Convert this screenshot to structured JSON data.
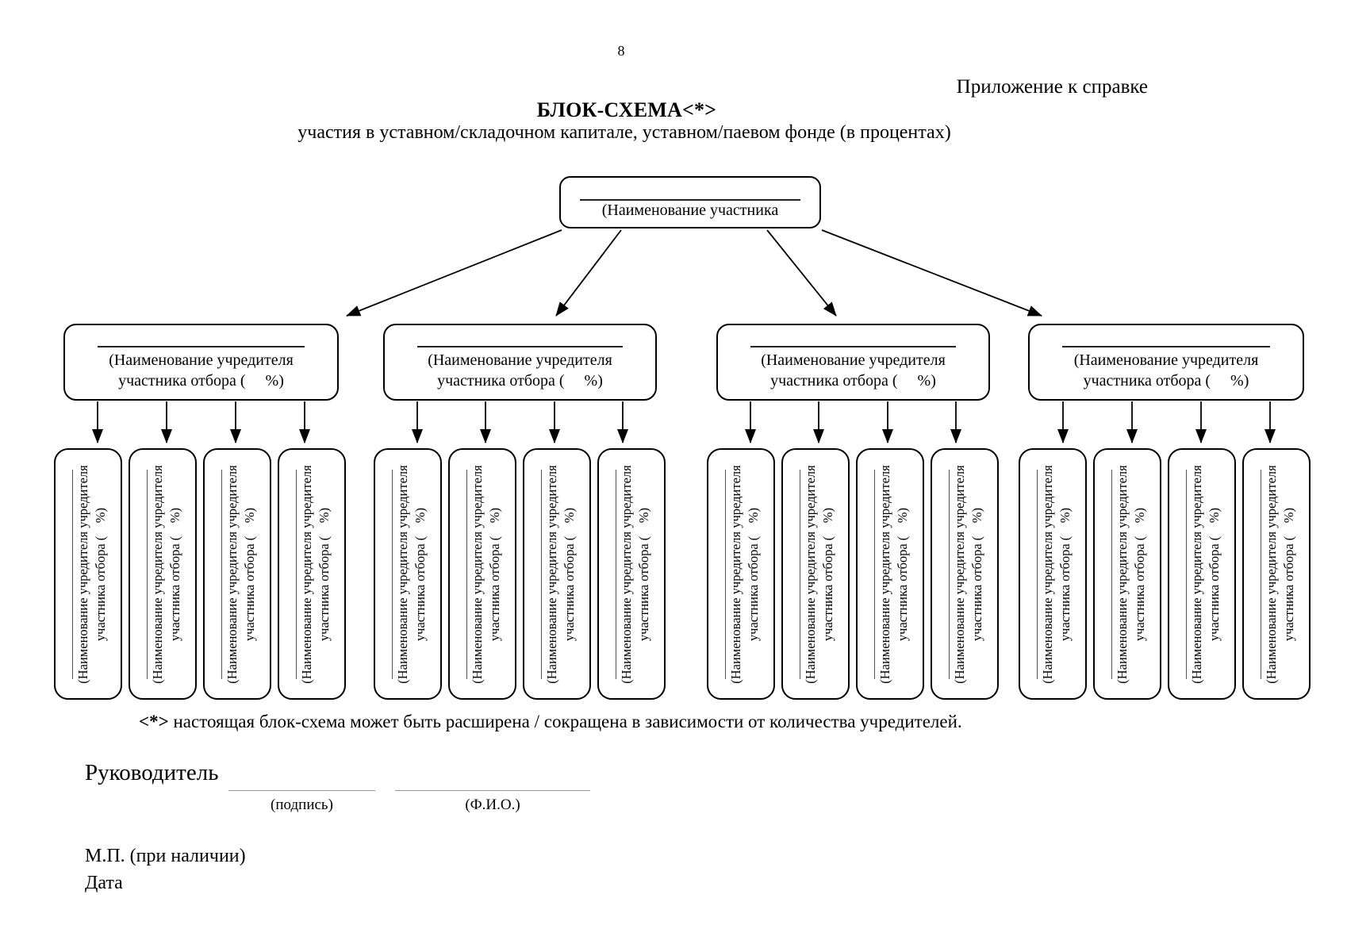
{
  "page": {
    "number": "8",
    "top_right_note": "Приложение к справке"
  },
  "header": {
    "title": "БЛОК-СХЕМА<*>",
    "subtitle": "участия в уставном/складочном капитале, уставном/паевом фонде (в процентах)"
  },
  "diagram": {
    "root": {
      "label": "(Наименование участника"
    },
    "founder_box": {
      "line1": "(Наименование учредителя",
      "line2": "участника отбора (     %)"
    },
    "subfounder_box": {
      "line1": "(Наименование учредителя учредителя",
      "line2": "участника отбора (    %)"
    }
  },
  "footnote": {
    "marker": "<*>",
    "text": "настоящая блок-схема может быть расширена / сокращена в зависимости от количества учредителей."
  },
  "signature": {
    "role_label": "Руководитель",
    "signature_caption": "(подпись)",
    "name_caption": "(Ф.И.О.)"
  },
  "stamp_label": "М.П. (при наличии)",
  "date_label": "Дата"
}
